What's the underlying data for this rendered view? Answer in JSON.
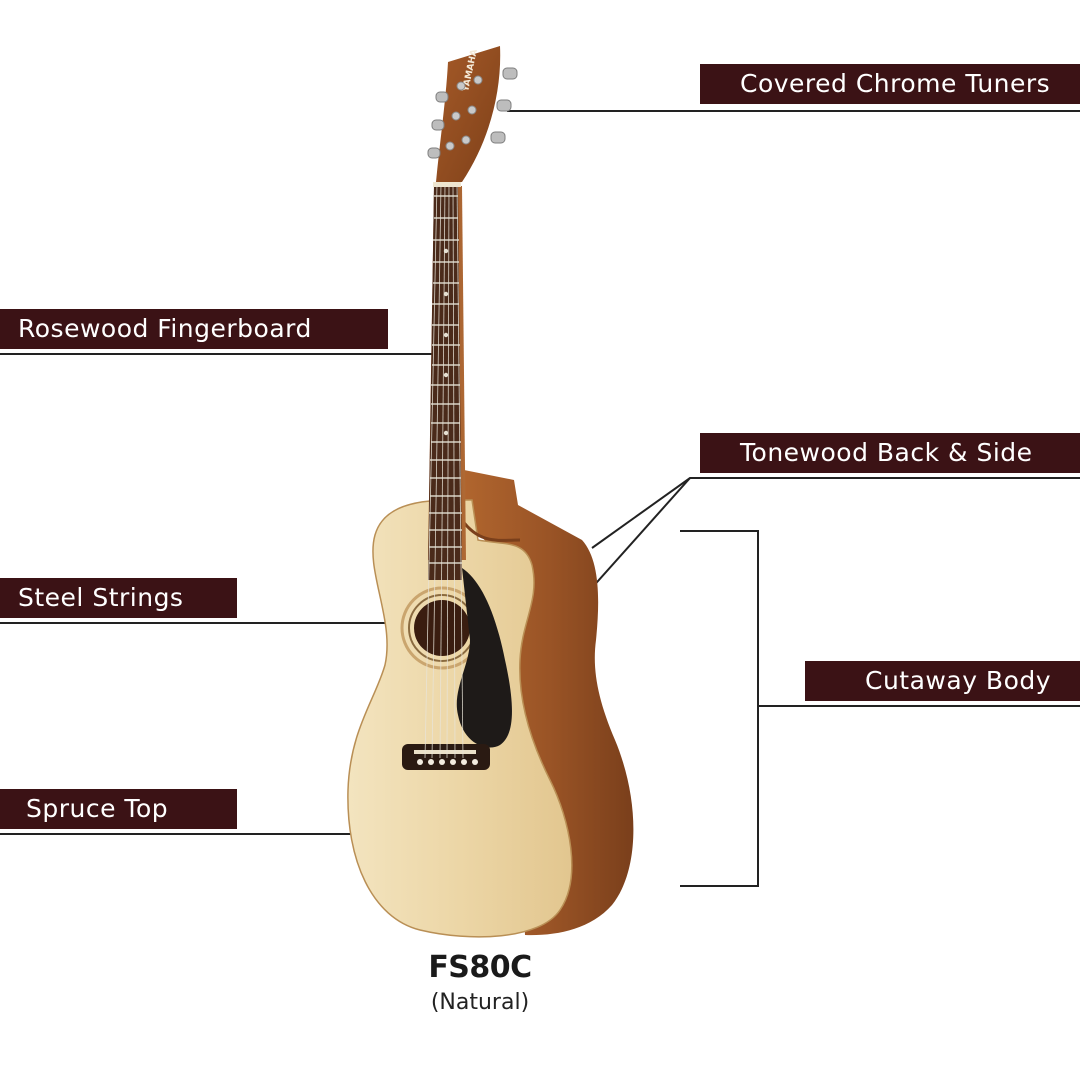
{
  "labels": {
    "tuners": "Covered Chrome Tuners",
    "fingerboard": "Rosewood Fingerboard",
    "back_side": "Tonewood Back & Side",
    "strings": "Steel Strings",
    "cutaway": "Cutaway Body",
    "top": "Spruce Top"
  },
  "model": {
    "name": "FS80C",
    "finish": "(Natural)"
  },
  "headstock_brand": "YAMAHA",
  "colors": {
    "label_bg": "#3b1215",
    "label_text": "#ffffff",
    "leader_line": "#222222",
    "spruce_top": "#ecd9ac",
    "back_side_wood": "#9a5426",
    "fingerboard": "#4a2a1a",
    "pickguard": "#1e1a18"
  }
}
